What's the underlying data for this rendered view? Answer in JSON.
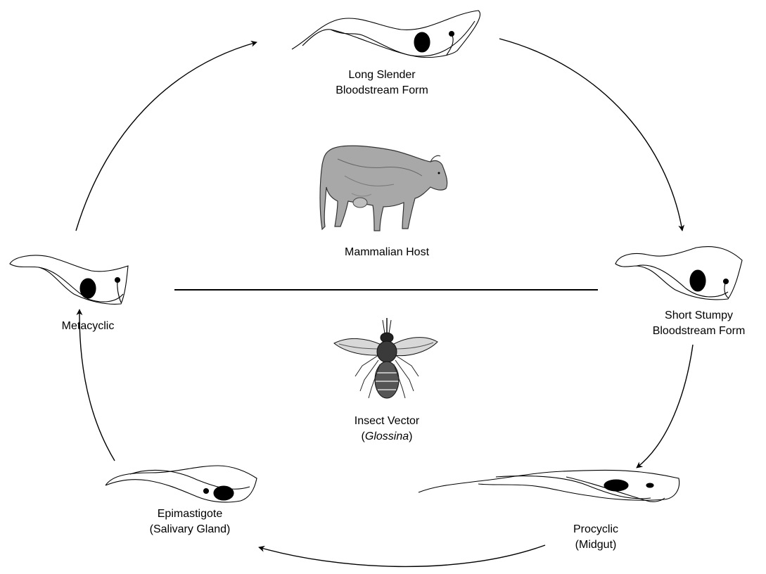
{
  "host_label": "Mammalian Host",
  "vector_label_line1": "Insect Vector",
  "vector_label_line2_open": "(",
  "vector_label_line2_genus": "Glossina",
  "vector_label_line2_close": ")",
  "stages": {
    "long_slender": {
      "line1": "Long Slender",
      "line2": "Bloodstream Form"
    },
    "short_stumpy": {
      "line1": "Short Stumpy",
      "line2": "Bloodstream Form"
    },
    "procyclic": {
      "line1": "Procyclic",
      "line2": "(Midgut)"
    },
    "epimastigote": {
      "line1": "Epimastigote",
      "line2": "(Salivary Gland)"
    },
    "metacyclic": {
      "line1": "Metacyclic"
    }
  },
  "images": {
    "host": "cow-illustration",
    "vector": "tsetse-fly-illustration"
  },
  "colors": {
    "ink": "#000000",
    "background": "#ffffff"
  }
}
